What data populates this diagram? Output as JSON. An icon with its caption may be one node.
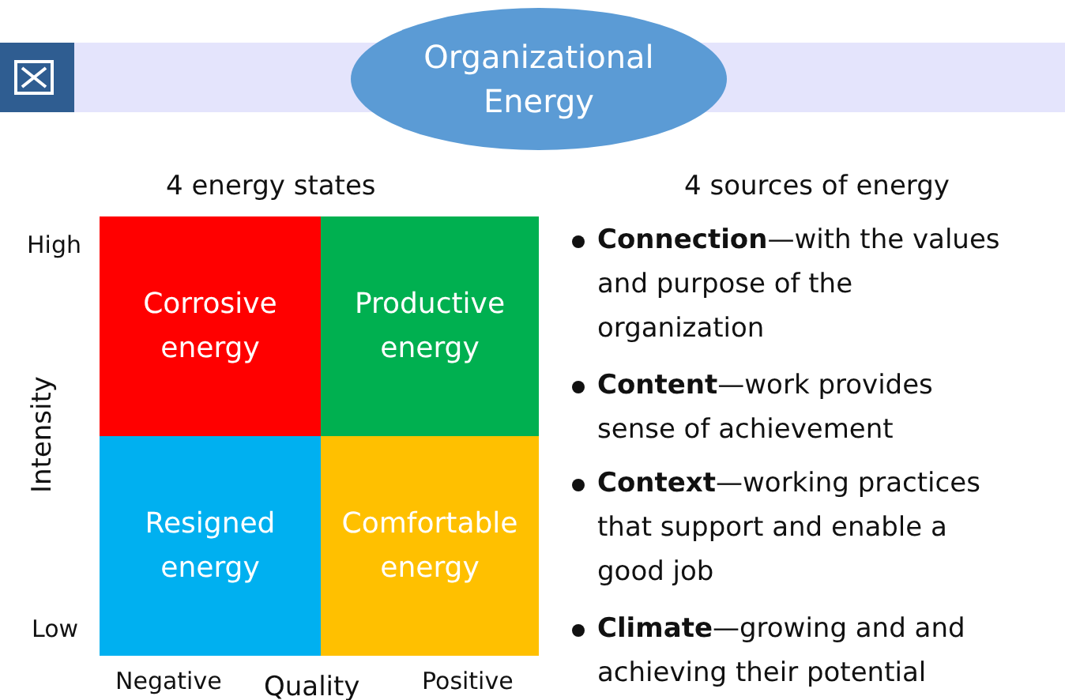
{
  "diagram": {
    "nodes": [
      {
        "text": [
          "Organizational Energy"
        ]
      },
      {
        "text": [
          "Corrosive energy"
        ]
      },
      {
        "text": [
          "Productive energy"
        ]
      },
      {
        "text": [
          "Resigned energy"
        ]
      },
      {
        "text": [
          "Comfortable energy"
        ]
      }
    ],
    "labels": [
      "4 energy states",
      "High",
      "Intensity",
      "Low",
      "Negative",
      "Quality",
      "Positive",
      "4 sources of energy",
      "**Connection**—with the values and purpose of the organization",
      "**Content**—work provides sense of achievement",
      "**Context**—working practices that support and enable a good job",
      "**Climate**—growing and and achieving their potential"
    ]
  }
}
